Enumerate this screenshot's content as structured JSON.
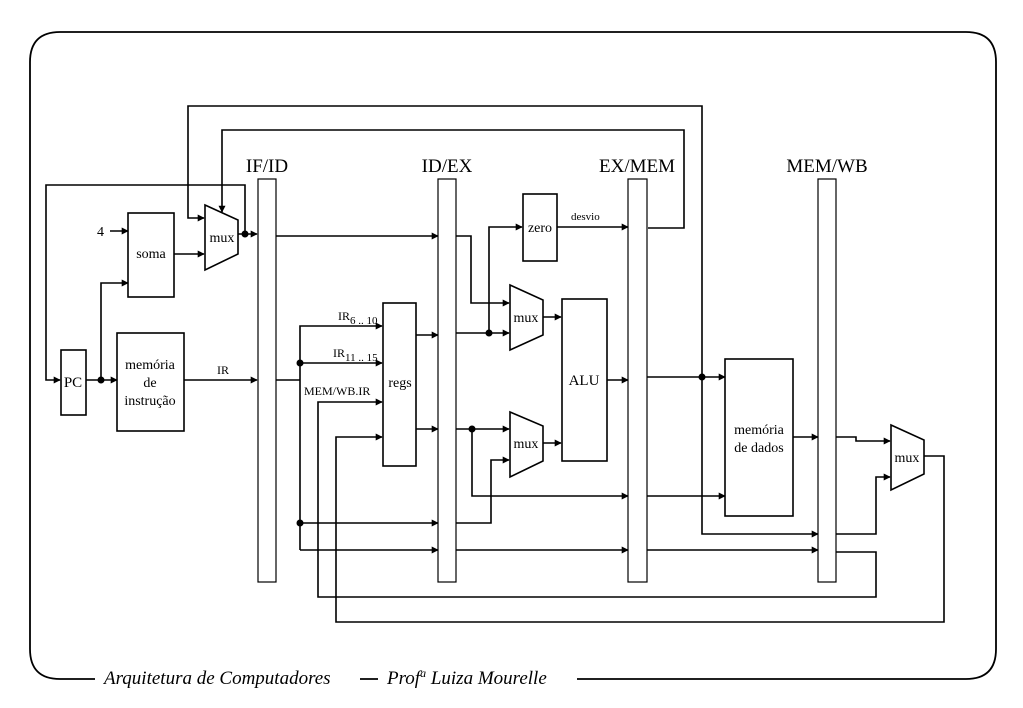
{
  "stage_registers": {
    "if_id": "IF/ID",
    "id_ex": "ID/EX",
    "ex_mem": "EX/MEM",
    "mem_wb": "MEM/WB"
  },
  "blocks": {
    "pc": "PC",
    "soma": "soma",
    "instr_mem_l1": "memória",
    "instr_mem_l2": "de",
    "instr_mem_l3": "instrução",
    "regs": "regs",
    "zero": "zero",
    "alu": "ALU",
    "data_mem_l1": "memória",
    "data_mem_l2": "de dados",
    "mux": "mux"
  },
  "signals": {
    "four": "4",
    "ir": "IR",
    "ir_6_10_main": "IR",
    "ir_6_10_sub": "6 .. 10",
    "ir_11_15_main": "IR",
    "ir_11_15_sub": "11 .. 15",
    "mem_wb_ir": "MEM/WB.IR",
    "desvio": "desvio"
  },
  "footer": {
    "course": "Arquitetura de Computadores",
    "author_prefix": "Prof",
    "author_sup": "a",
    "author_name": " Luiza Mourelle"
  },
  "icons": [
    "arrowhead",
    "junction-dot"
  ]
}
